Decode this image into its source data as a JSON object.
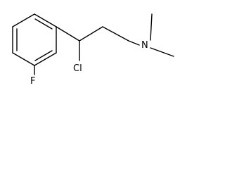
{
  "structure": {
    "atoms": {
      "fluorine": "F",
      "chlorine": "Cl",
      "nitrogen": "N"
    }
  }
}
